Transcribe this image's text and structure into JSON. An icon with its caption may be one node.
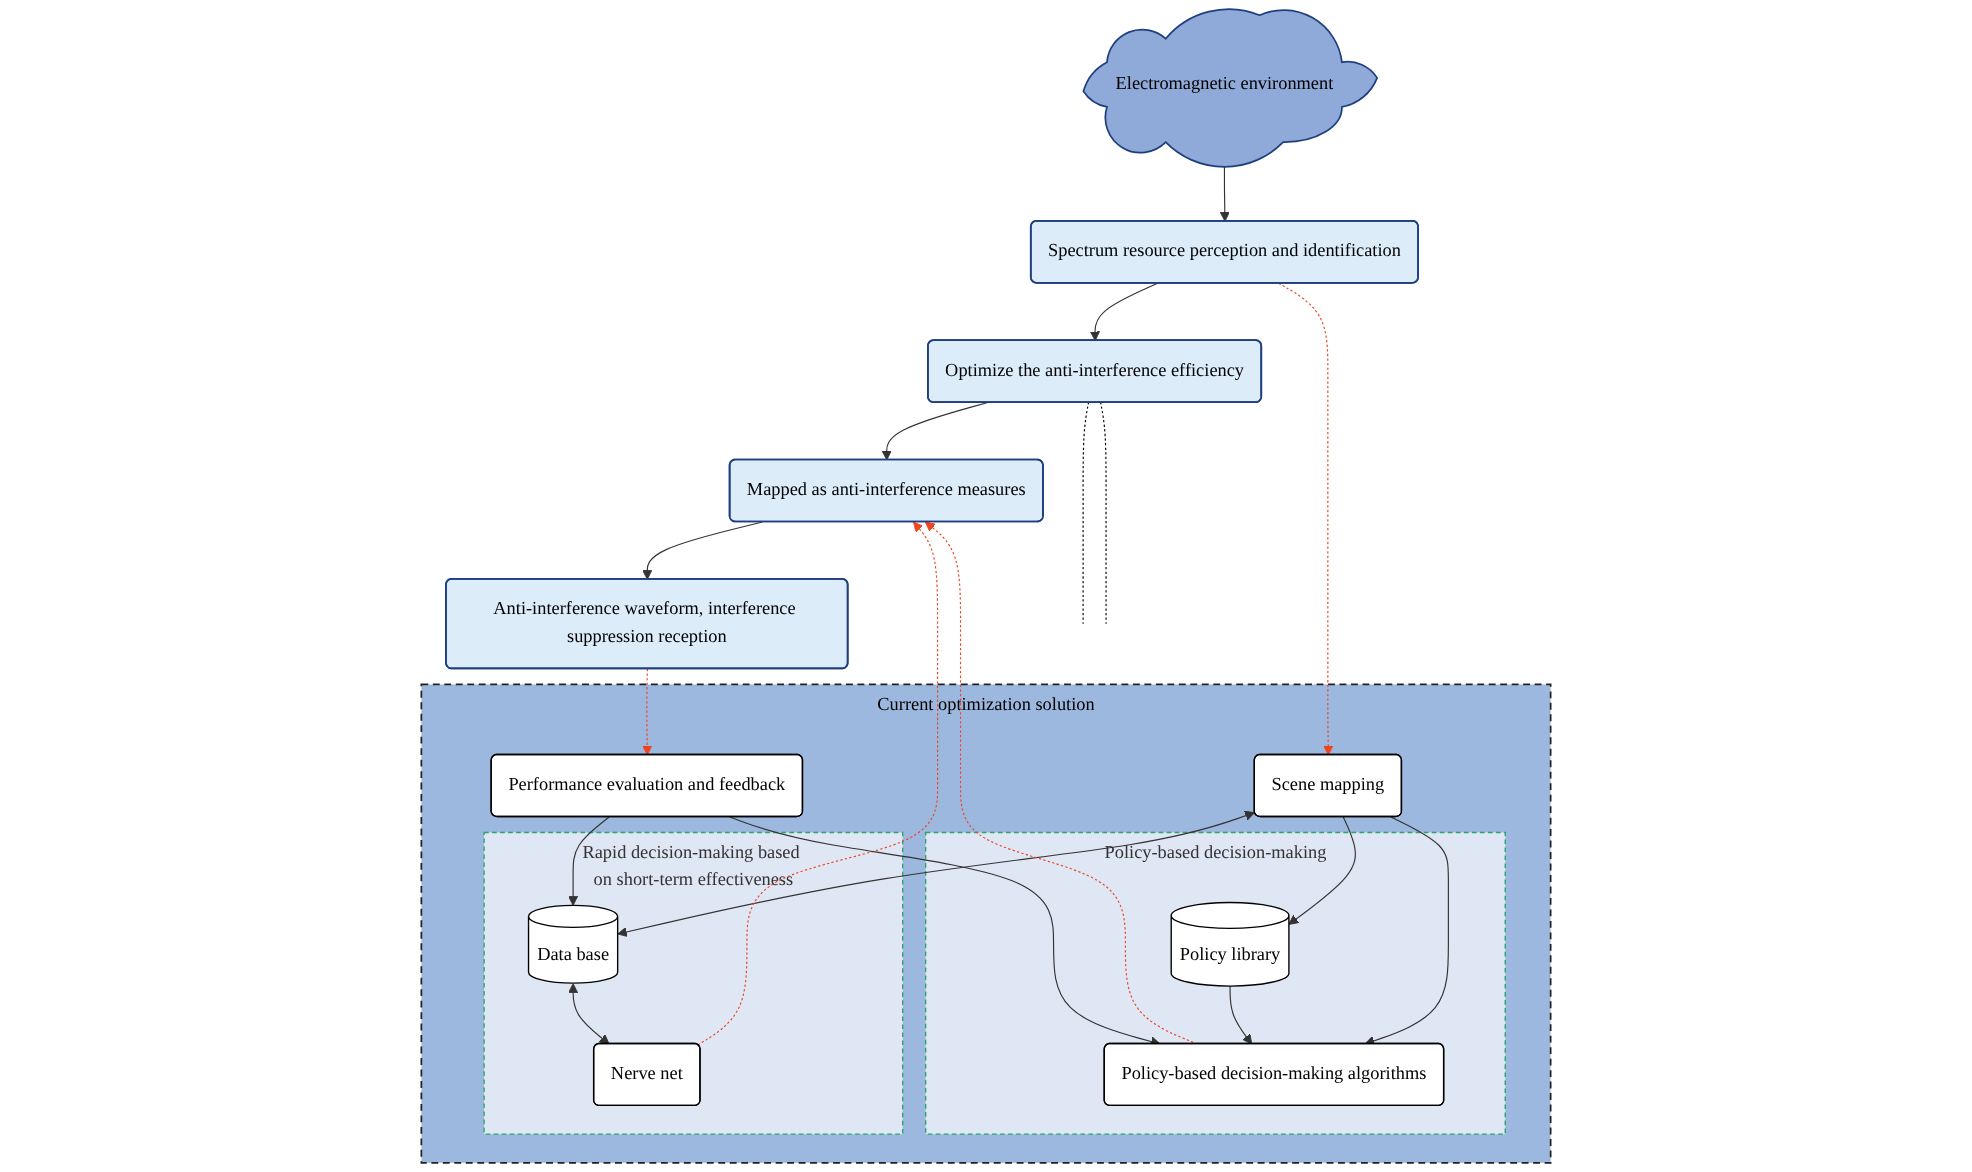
{
  "diagram": {
    "nodes": [
      {
        "text": [
          "Electromagnetic environment"
        ]
      },
      {
        "text": [
          "Spectrum resource perception and identification"
        ]
      },
      {
        "text": [
          "Optimize the anti-interference efficiency"
        ]
      },
      {
        "text": [
          "Mapped as anti-interference measures"
        ]
      },
      {
        "text": [
          "Anti-interference waveform, interference suppression reception"
        ]
      },
      {
        "text": [
          "Current optimization solution"
        ]
      },
      {
        "text": [
          "Scene mapping"
        ],
        "in": 5
      },
      {
        "text": [
          "Rapid decision-making based on short-term effectiveness"
        ],
        "in": 5
      },
      {
        "text": [
          "Data base"
        ],
        "in": 7
      },
      {
        "text": [
          "Nerve net"
        ],
        "in": 7
      },
      {
        "text": [
          "Policy-based decision-making"
        ],
        "in": 5
      },
      {
        "text": [
          "Policy library"
        ],
        "in": 10
      },
      {
        "text": [
          "Policy-based decision-making algorithms"
        ],
        "in": 10
      },
      {
        "text": [
          "Performance evaluation and feedback"
        ],
        "in": 5
      }
    ],
    "edges": [
      {
        "from": 0,
        "to": 1,
        "arrow": "to"
      },
      {
        "from": 1,
        "to": 2,
        "arrow": "to"
      },
      {
        "from": 2,
        "to": 3,
        "arrow": "to"
      },
      {
        "from": 3,
        "to": 4,
        "arrow": "to"
      },
      {
        "from": 2,
        "to": 5,
        "arrow": "none",
        "style": "dashed",
        "color": "#000000"
      },
      {
        "from": 2,
        "to": 5,
        "arrow": "none",
        "style": "dashed",
        "color": "#000000"
      },
      {
        "from": 1,
        "to": 6,
        "arrow": "to",
        "style": "dashed",
        "color": "#ee4422"
      },
      {
        "from": 6,
        "to": 8,
        "arrow": "both"
      },
      {
        "from": 8,
        "to": 9,
        "arrow": "both"
      },
      {
        "from": 9,
        "to": 3,
        "arrow": "to",
        "style": "dashed",
        "color": "#ee4422"
      },
      {
        "from": 13,
        "to": 8,
        "arrow": "to"
      },
      {
        "from": 6,
        "to": 11,
        "arrow": "to"
      },
      {
        "from": 6,
        "to": 12,
        "arrow": "to"
      },
      {
        "from": 11,
        "to": 12,
        "arrow": "to"
      },
      {
        "from": 13,
        "to": 12,
        "arrow": "to"
      },
      {
        "from": 12,
        "to": 3,
        "arrow": "to",
        "style": "dashed",
        "color": "#ee4422"
      },
      {
        "from": 4,
        "to": 13,
        "arrow": "to",
        "style": "dashed",
        "color": "#ee4422"
      }
    ]
  }
}
